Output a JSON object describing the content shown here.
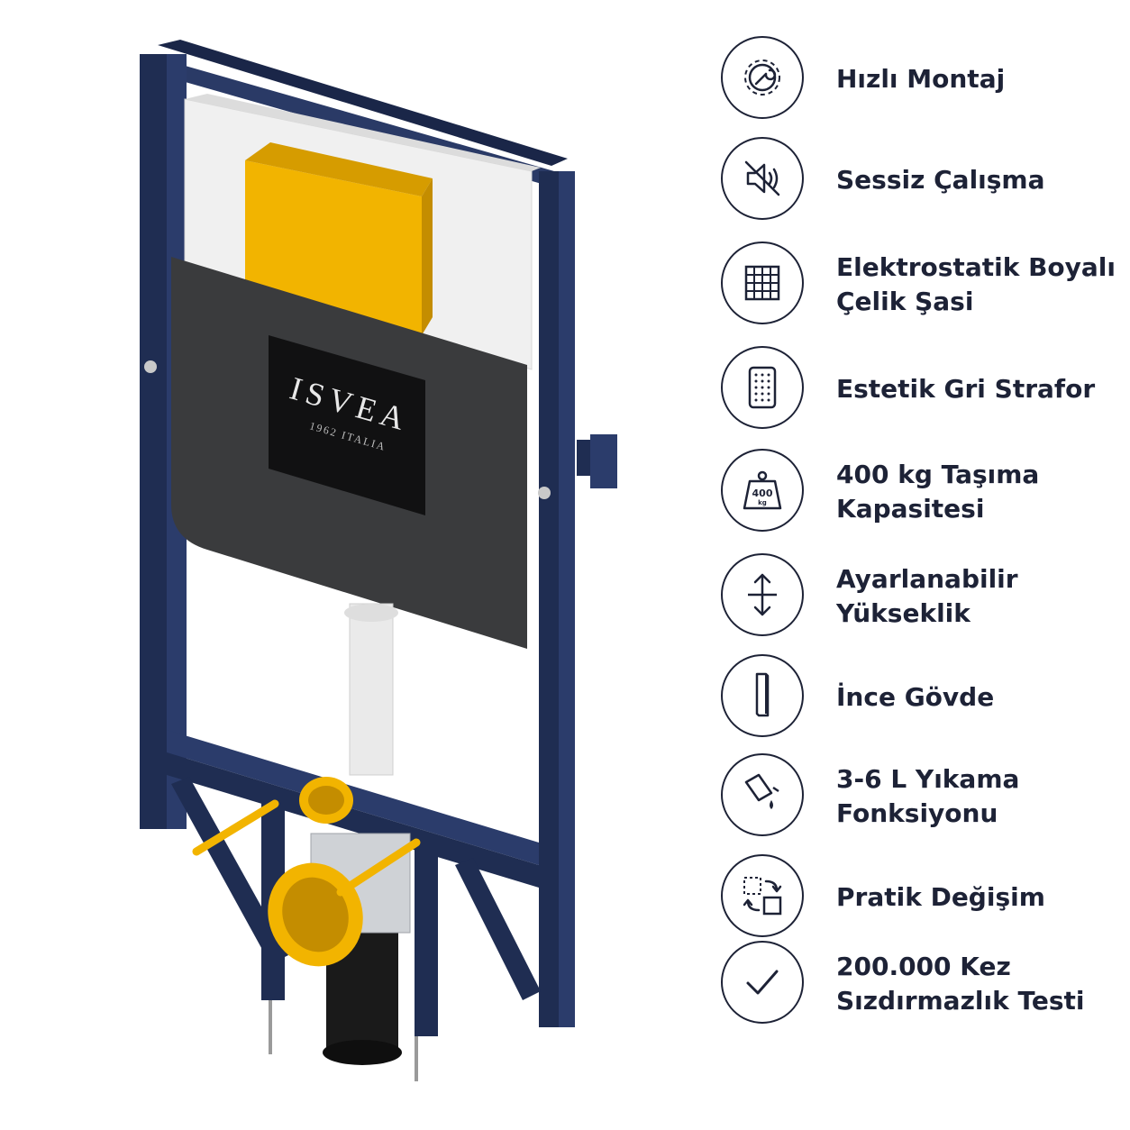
{
  "brand": {
    "name": "ISVEA",
    "tagline": "1962 ITALIA"
  },
  "colors": {
    "frame": "#1f2d52",
    "accent": "#f2b400",
    "text": "#1d2236",
    "panel": "#3a3b3d"
  },
  "features": [
    {
      "icon": "gear-wrench-icon",
      "lines": [
        "Hızlı Montaj"
      ]
    },
    {
      "icon": "mute-speaker-icon",
      "lines": [
        "Sessiz Çalışma"
      ]
    },
    {
      "icon": "woven-texture-icon",
      "lines": [
        "Elektrostatik Boyalı",
        "Çelik Şasi"
      ]
    },
    {
      "icon": "dotted-panel-icon",
      "lines": [
        "Estetik Gri Strafor"
      ]
    },
    {
      "icon": "weight-icon",
      "icon_text": [
        "400",
        "kg"
      ],
      "lines": [
        "400 kg Taşıma",
        "Kapasitesi"
      ]
    },
    {
      "icon": "height-adjust-icon",
      "lines": [
        "Ayarlanabilir",
        "Yükseklik"
      ]
    },
    {
      "icon": "slim-body-icon",
      "lines": [
        "İnce Gövde"
      ]
    },
    {
      "icon": "water-pour-icon",
      "lines": [
        "3-6 L Yıkama",
        "Fonksiyonu"
      ]
    },
    {
      "icon": "swap-icon",
      "lines": [
        "Pratik Değişim"
      ]
    },
    {
      "icon": "checkmark-icon",
      "lines": [
        "200.000 Kez",
        "Sızdırmazlık Testi"
      ]
    }
  ]
}
